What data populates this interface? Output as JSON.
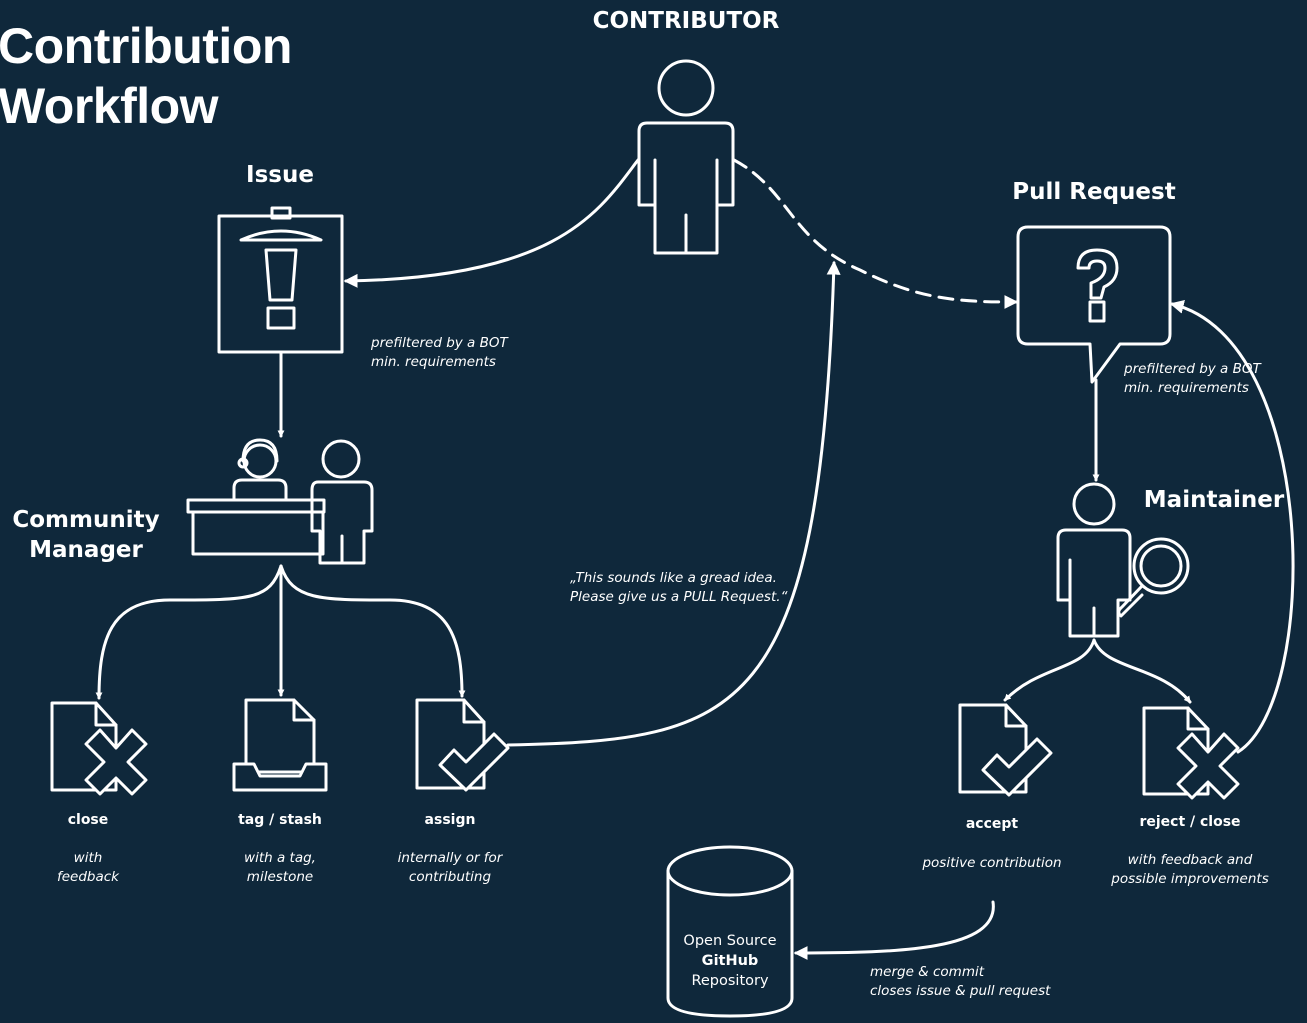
{
  "title": {
    "line1": "Contribution",
    "line2": "Workflow"
  },
  "roles": {
    "contributor": "CONTRIBUTOR",
    "issue": "Issue",
    "pull_request": "Pull Request",
    "community_manager": {
      "line1": "Community",
      "line2": "Manager"
    },
    "maintainer": "Maintainer"
  },
  "notes": {
    "issue_filter": {
      "line1": "prefiltered by a BOT",
      "line2": "min. requirements"
    },
    "pr_filter": {
      "line1": "prefiltered by a BOT",
      "line2": "min. requirements"
    },
    "quote": {
      "line1": "„This sounds like a gread idea.",
      "line2": "Please give us a PULL Request.“"
    },
    "merge": {
      "line1": "merge & commit",
      "line2": "closes issue & pull request"
    }
  },
  "issue_actions": [
    {
      "label": "close",
      "desc1": "with",
      "desc2": "feedback"
    },
    {
      "label": "tag / stash",
      "desc1": "with a tag,",
      "desc2": "milestone"
    },
    {
      "label": "assign",
      "desc1": "internally or for",
      "desc2": "contributing"
    }
  ],
  "pr_actions": [
    {
      "label": "accept",
      "desc1": "positive contribution",
      "desc2": ""
    },
    {
      "label": "reject / close",
      "desc1": "with feedback and",
      "desc2": "possible improvements"
    }
  ],
  "repository": {
    "line1": "Open Source",
    "line2": "GitHub",
    "line3": "Repository"
  },
  "colors": {
    "background": "#0f283b",
    "stroke": "#ffffff"
  },
  "icons": [
    "person-icon",
    "clipboard-alert-icon",
    "speech-bubble-question-icon",
    "reception-desk-icon",
    "document-x-icon",
    "inbox-tray-icon",
    "document-check-icon",
    "magnifier-icon",
    "database-icon"
  ]
}
